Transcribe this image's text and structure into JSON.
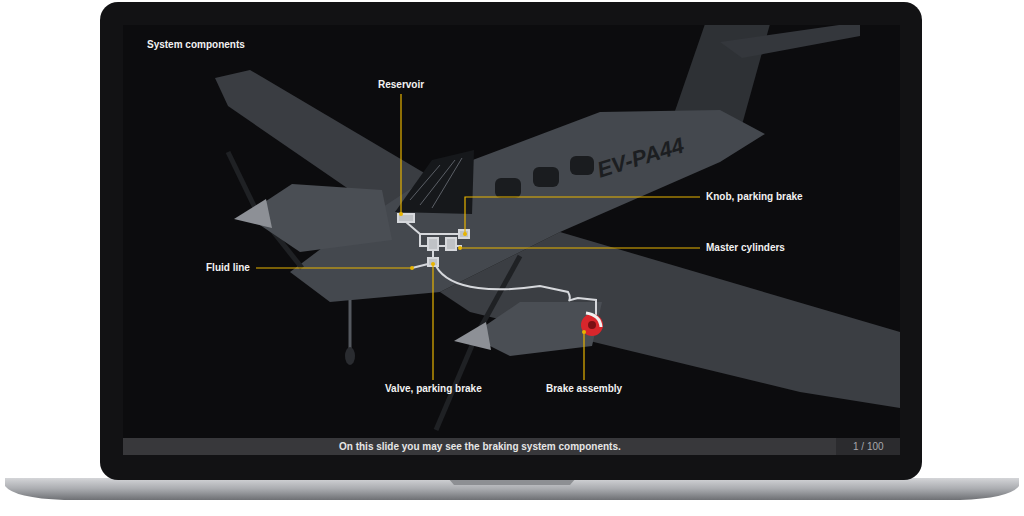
{
  "diagram": {
    "title": "System components",
    "caption": "On this slide you may see the braking system components.",
    "labels": [
      "Reservoir",
      "Knob, parking brake",
      "Master cylinders",
      "Fluid line",
      "Valve, parking brake",
      "Brake assembly",
      "EV-PA44",
      "1 / 100"
    ]
  }
}
